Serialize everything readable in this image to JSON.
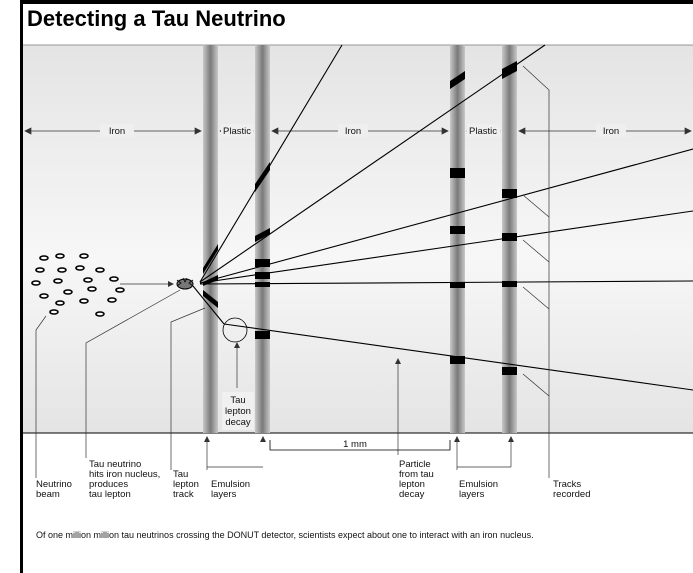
{
  "title": "Detecting a Tau Neutrino",
  "regions": {
    "iron_left": "Iron",
    "plastic_left": "Plastic",
    "iron_middle": "Iron",
    "plastic_right": "Plastic",
    "iron_right": "Iron"
  },
  "labels": {
    "tau_lepton_decay": [
      "Tau",
      "lepton",
      "decay"
    ],
    "scale": "1 mm",
    "neutrino_beam": [
      "Neutrino",
      "beam"
    ],
    "hits_iron": [
      "Tau neutrino",
      "hits iron nucleus,",
      "produces",
      "tau lepton"
    ],
    "tau_lepton_track": [
      "Tau",
      "lepton",
      "track"
    ],
    "emulsion_layers_left": [
      "Emulsion",
      "layers"
    ],
    "particle_decay": [
      "Particle",
      "from tau",
      "lepton",
      "decay"
    ],
    "emulsion_layers_right": [
      "Emulsion",
      "layers"
    ],
    "tracks_recorded": [
      "Tracks",
      "recorded"
    ]
  },
  "caption": "Of one million million tau neutrinos crossing the DONUT detector, scientists expect about one to interact with an iron nucleus.",
  "colors": {
    "panel": "#ebebeb",
    "emulsion": "#9a9a9a",
    "ink": "#000000"
  }
}
